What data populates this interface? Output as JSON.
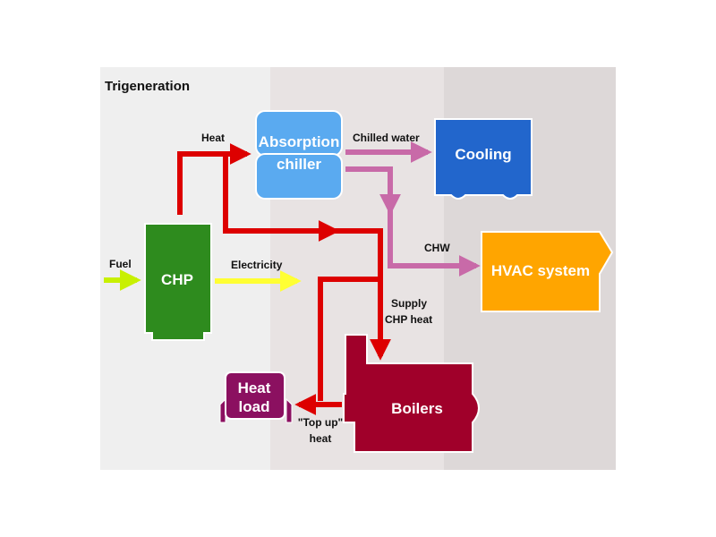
{
  "title": "Trigeneration",
  "nodes": {
    "chp": "CHP",
    "absorption_chiller": [
      "Absorption",
      "chiller"
    ],
    "cooling": "Cooling",
    "hvac": "HVAC system",
    "boilers": "Boilers",
    "heat_load": [
      "Heat",
      "load"
    ]
  },
  "flows": {
    "fuel": "Fuel",
    "electricity": "Electricity",
    "heat": "Heat",
    "chilled_water": "Chilled water",
    "chw": "CHW",
    "supply_chp_heat": [
      "Supply",
      "CHP heat"
    ],
    "top_up_heat": [
      "\"Top up\"",
      "heat"
    ]
  },
  "colors": {
    "chp": "#2e8b1e",
    "chiller": "#5aaaf0",
    "cooling": "#2266cc",
    "hvac": "#ffa500",
    "boilers": "#a0002a",
    "heat_load": "#8b1060",
    "heat_pipe": "#dd0000",
    "chilled_pipe": "#c86aa8",
    "fuel_arrow": "#c8f000",
    "electricity_arrow": "#ffff33"
  }
}
